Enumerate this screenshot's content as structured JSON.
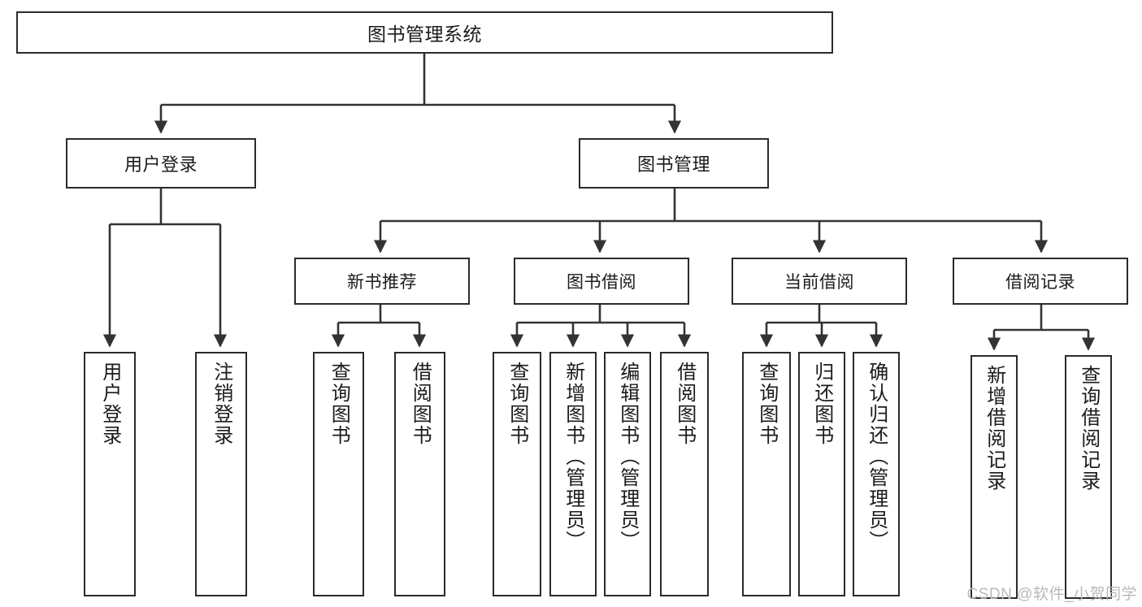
{
  "diagram": {
    "title": "图书管理系统",
    "type": "hierarchy-tree",
    "watermark": "CSDN @软件_小贺同学",
    "colors": {
      "box_border": "#2b2b2b",
      "box_fill": "#ffffff",
      "connector": "#333333",
      "text": "#1b1b1b",
      "watermark": "#b9b9b9"
    },
    "root": {
      "label": "图书管理系统"
    },
    "tier2": [
      {
        "label": "用户登录"
      },
      {
        "label": "图书管理"
      }
    ],
    "tier3": [
      {
        "label": "新书推荐"
      },
      {
        "label": "图书借阅"
      },
      {
        "label": "当前借阅"
      },
      {
        "label": "借阅记录"
      }
    ],
    "leaves": {
      "user_login": [
        {
          "label": "用户登录"
        },
        {
          "label": "注销登录"
        }
      ],
      "new_book": [
        {
          "label": "查询图书"
        },
        {
          "label": "借阅图书"
        }
      ],
      "book_borrow": [
        {
          "label": "查询图书"
        },
        {
          "label": "新增图书（管理员）"
        },
        {
          "label": "编辑图书（管理员）"
        },
        {
          "label": "借阅图书"
        }
      ],
      "current_borrow": [
        {
          "label": "查询图书"
        },
        {
          "label": "归还图书"
        },
        {
          "label": "确认归还（管理员）"
        }
      ],
      "borrow_record": [
        {
          "label": "新增借阅记录"
        },
        {
          "label": "查询借阅记录"
        }
      ]
    }
  }
}
